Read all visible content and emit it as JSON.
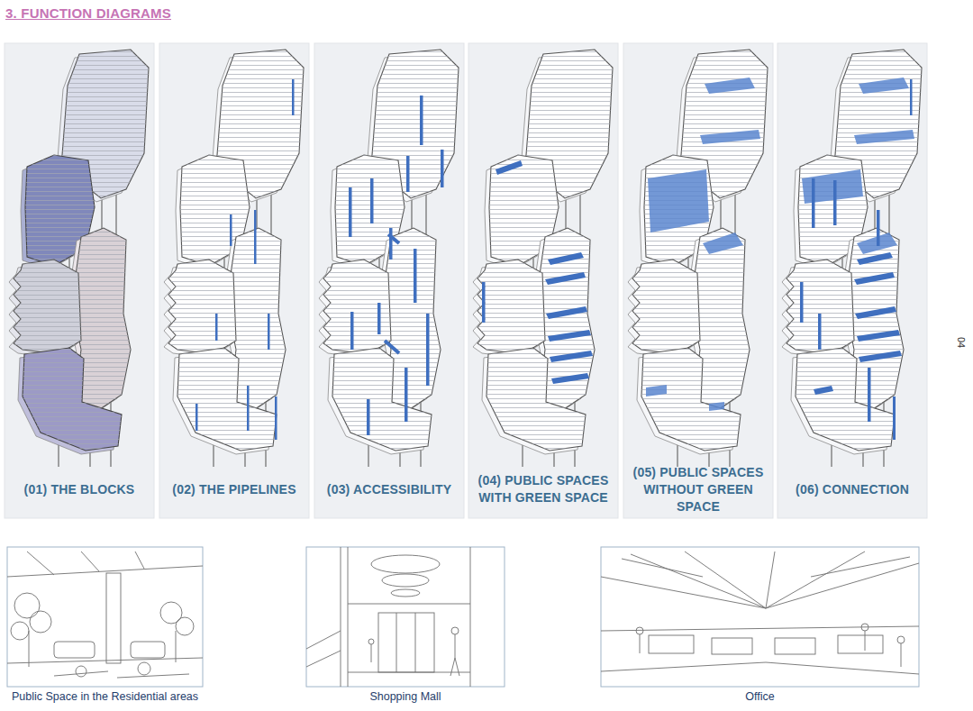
{
  "diagram": {
    "title": "3. FUNCTION DIAGRAMS",
    "nodes": [
      {
        "text": [
          "(01) THE BLOCKS"
        ]
      },
      {
        "text": [
          "(02) THE PIPELINES"
        ]
      },
      {
        "text": [
          "(03) ACCESSIBILITY"
        ]
      },
      {
        "text": [
          "(04) PUBLIC SPACES WITH GREEN SPACE"
        ]
      },
      {
        "text": [
          "(05) PUBLIC SPACES WITHOUT GREEN SPACE"
        ]
      },
      {
        "text": [
          "(06) CONNECTION"
        ]
      },
      {
        "text": [
          "Public Space in the Residential areas"
        ]
      },
      {
        "text": [
          "Shopping Mall"
        ]
      },
      {
        "text": [
          "Office"
        ]
      }
    ],
    "labels": [
      "04"
    ]
  }
}
